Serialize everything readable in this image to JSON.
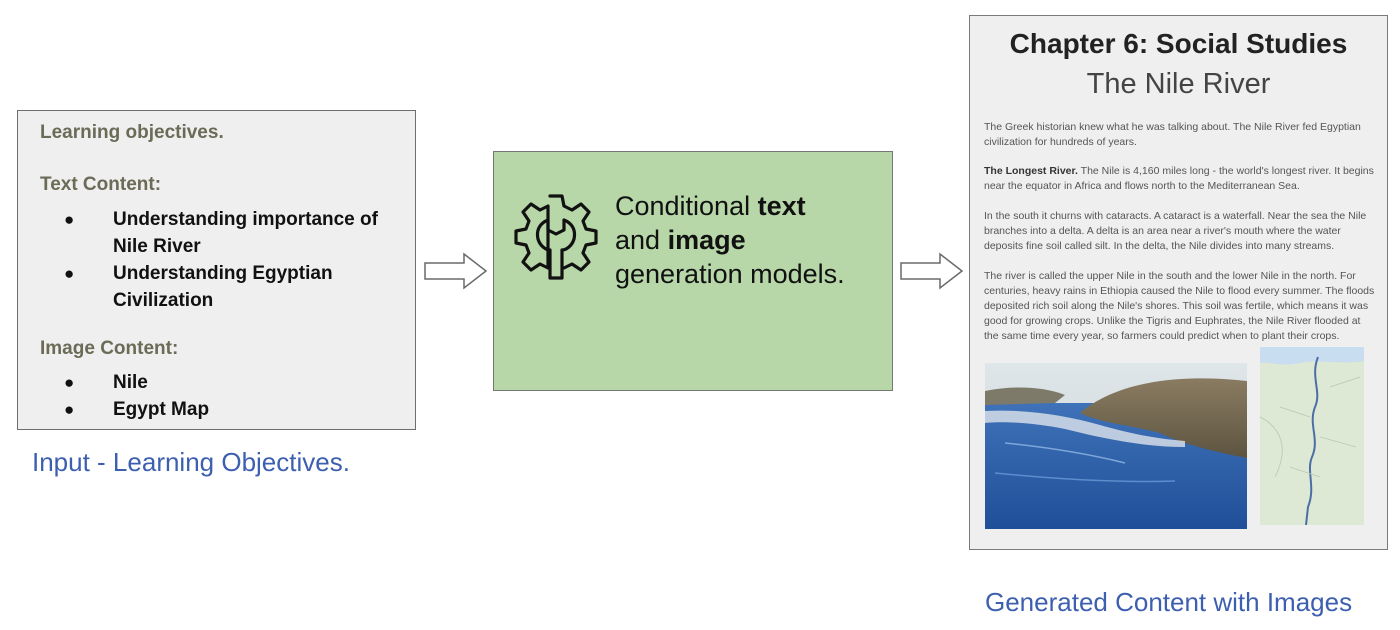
{
  "input": {
    "title": "Learning objectives.",
    "text_heading": "Text Content:",
    "text_items": [
      "Understanding importance of Nile River",
      "Understanding Egyptian Civilization"
    ],
    "image_heading": "Image Content:",
    "image_items": [
      "Nile",
      "Egypt Map"
    ],
    "bullet": "●",
    "caption": "Input - Learning Objectives."
  },
  "model": {
    "line1_a": "Conditional ",
    "line1_b": "text",
    "line2_a": "and ",
    "line2_b": "image",
    "line3": "generation models.",
    "icon": "gear-wrench-icon"
  },
  "output": {
    "chapter": "Chapter 6: Social Studies",
    "subtitle": "The Nile River",
    "p1": "The Greek historian knew what he was talking about. The Nile River fed Egyptian civilization for hundreds of years.",
    "p2_bold": "The Longest River.",
    "p2": " The Nile is 4,160 miles long - the world's longest river. It begins near the equator in Africa and flows north to the Mediterranean Sea.",
    "p3": "In the south it churns with cataracts. A cataract is a waterfall. Near the sea the Nile branches into a delta. A delta is an area near a river's mouth where the water deposits fine soil called silt. In the delta, the Nile divides into many streams.",
    "p4": "The river is called the upper Nile in the south and the lower Nile in the north. For centuries, heavy rains in Ethiopia caused the Nile to flood every summer. The floods deposited rich soil along the Nile's shores. This soil was fertile, which means it was good for growing crops. Unlike the Tigris and Euphrates, the Nile River flooded at the same time every year, so farmers could predict when to plant their crops.",
    "caption": "Generated Content with Images"
  },
  "colors": {
    "model_fill": "#b7d7a8",
    "caption": "#3d5fb0",
    "box_fill": "#efefef"
  }
}
